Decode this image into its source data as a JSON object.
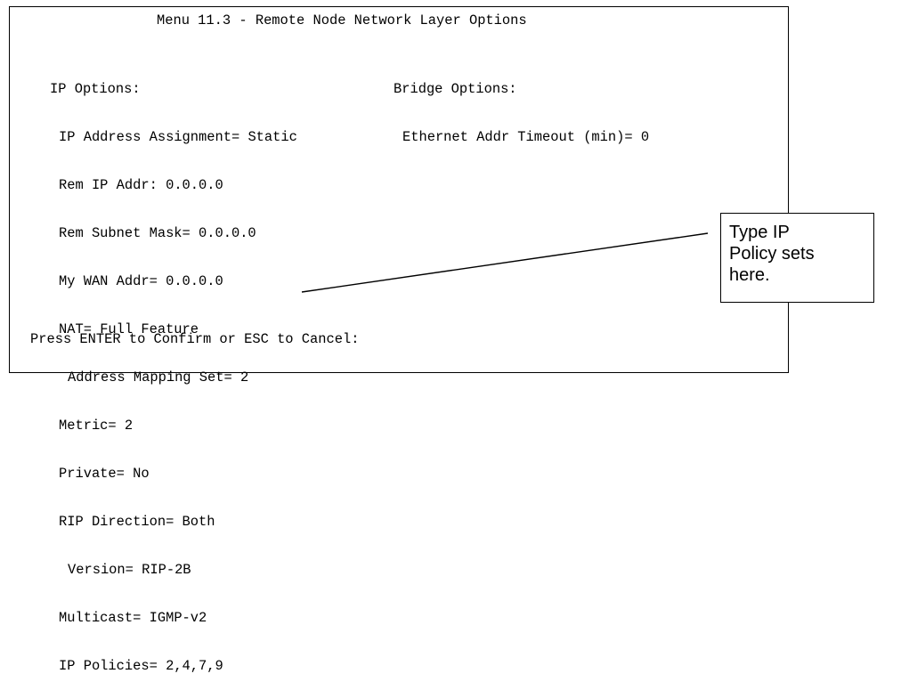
{
  "menu": {
    "title": "Menu 11.3 - Remote Node Network Layer Options"
  },
  "ip_options": {
    "heading": "IP Options:",
    "fields": [
      {
        "label": "IP Address Assignment= ",
        "value": "Static"
      },
      {
        "label": "Rem IP Addr: ",
        "value": "0.0.0.0"
      },
      {
        "label": "Rem Subnet Mask= ",
        "value": "0.0.0.0"
      },
      {
        "label": "My WAN Addr= ",
        "value": "0.0.0.0"
      },
      {
        "label": "NAT= ",
        "value": "Full Feature"
      },
      {
        "label": "Address Mapping Set= ",
        "value": "2"
      },
      {
        "label": "Metric= ",
        "value": "2"
      },
      {
        "label": "Private= ",
        "value": "No"
      },
      {
        "label": "RIP Direction= ",
        "value": "Both"
      },
      {
        "label": "Version= ",
        "value": "RIP-2B"
      },
      {
        "label": "Multicast= ",
        "value": "IGMP-v2"
      },
      {
        "label": "IP Policies= ",
        "value": "2,4,7,9"
      }
    ]
  },
  "bridge_options": {
    "heading": "Bridge Options:",
    "fields": [
      {
        "label": "Ethernet Addr Timeout (min)= ",
        "value": "0"
      }
    ]
  },
  "footer": {
    "prompt": "Press ENTER to Confirm or ESC to Cancel:"
  },
  "callout": {
    "lines": [
      "Type IP",
      "Policy sets",
      "here."
    ]
  },
  "colors": {
    "foreground": "#000000",
    "background": "#ffffff"
  }
}
